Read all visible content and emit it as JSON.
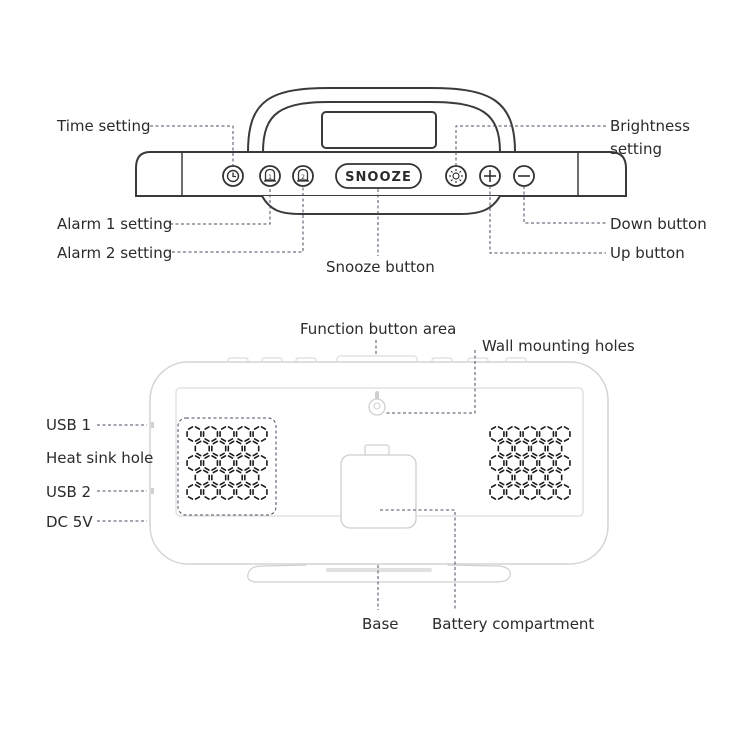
{
  "top_view": {
    "snooze_button_text": "SNOOZE",
    "labels": {
      "time_setting": "Time setting",
      "alarm1_setting": "Alarm 1 setting",
      "alarm2_setting": "Alarm 2 setting",
      "snooze_button": "Snooze button",
      "brightness_setting_line1": "Brightness",
      "brightness_setting_line2": "setting",
      "down_button": "Down button",
      "up_button": "Up button"
    }
  },
  "back_view": {
    "labels": {
      "function_button_area": "Function button area",
      "wall_mounting_holes": "Wall mounting holes",
      "usb1": "USB 1",
      "heat_sink_hole": "Heat sink hole",
      "usb2": "USB 2",
      "dc5v": "DC 5V",
      "base": "Base",
      "battery_compartment": "Battery compartment"
    }
  },
  "colors": {
    "outline": "#3a3a3a",
    "leader_line": "#4a4f63",
    "label_text": "#2b2b2b",
    "back_panel_fill": "#ffffff",
    "back_panel_edge": "#d6d6d6",
    "grille_mark": "#1a1a1a"
  }
}
